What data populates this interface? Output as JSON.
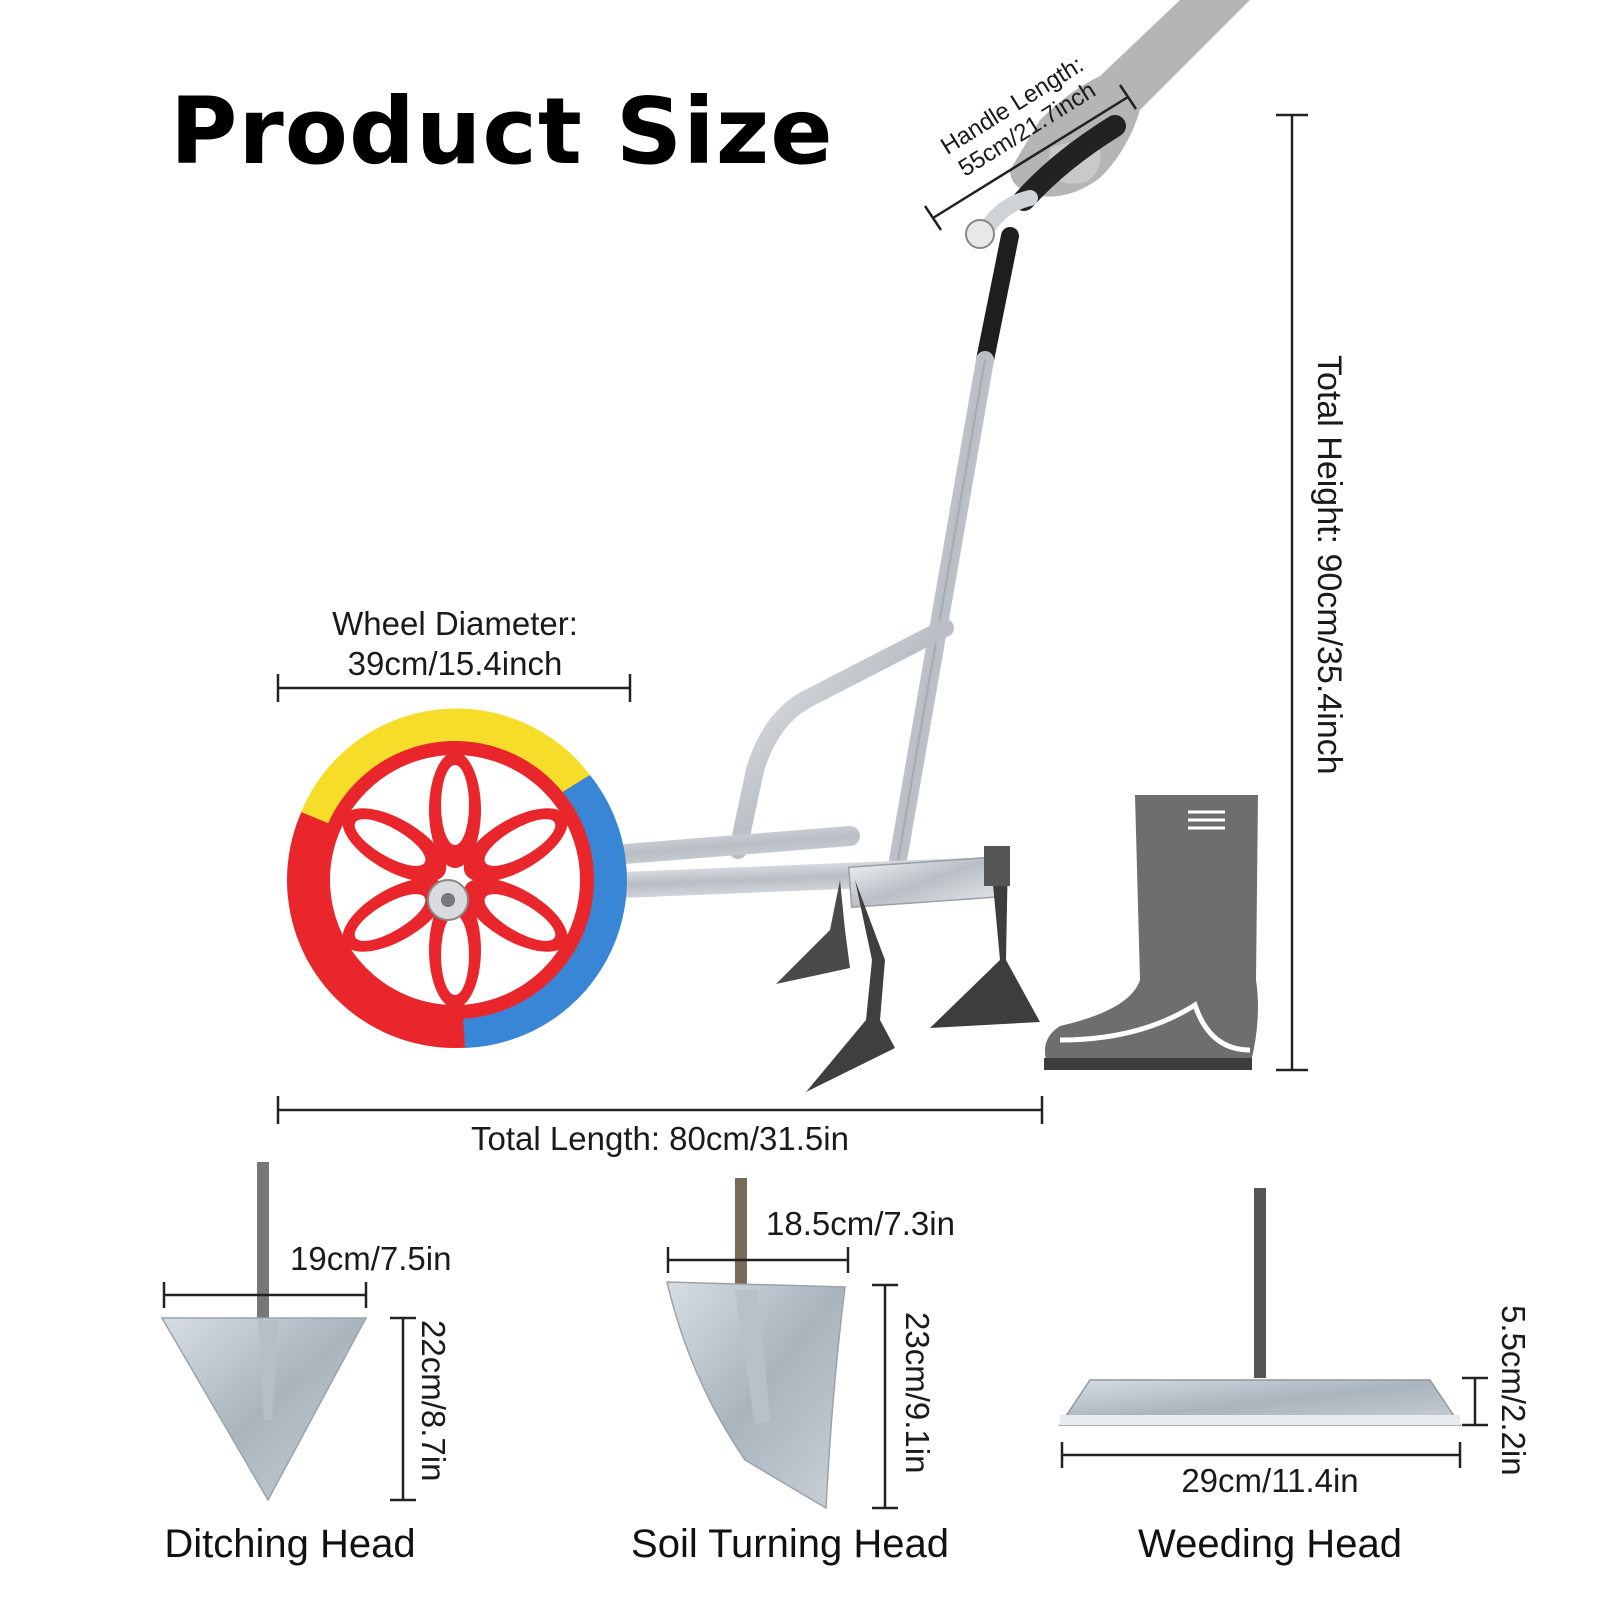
{
  "title": "Product Size",
  "dimensions": {
    "handle_length": {
      "line1": "Handle Length:",
      "line2": "55cm/21.7inch"
    },
    "total_height": "Total Height: 90cm/35.4inch",
    "wheel_diameter": {
      "line1": "Wheel Diameter:",
      "line2": "39cm/15.4inch"
    },
    "total_length": "Total Length: 80cm/31.5in"
  },
  "heads": [
    {
      "name": "Ditching Head",
      "width": "19cm/7.5in",
      "height": "22cm/8.7in"
    },
    {
      "name": "Soil Turning Head",
      "width": "18.5cm/7.3in",
      "height": "23cm/9.1in"
    },
    {
      "name": "Weeding Head",
      "width": "29cm/11.4in",
      "height": "5.5cm/2.2in"
    }
  ],
  "colors": {
    "wheel_red": "#e8262b",
    "tire_yellow": "#f5dd2a",
    "tire_blue": "#3a86d6",
    "steel": "#c8ccd0",
    "boot_gray": "#6e6e6e",
    "hand_gray": "#b8b8b8"
  }
}
